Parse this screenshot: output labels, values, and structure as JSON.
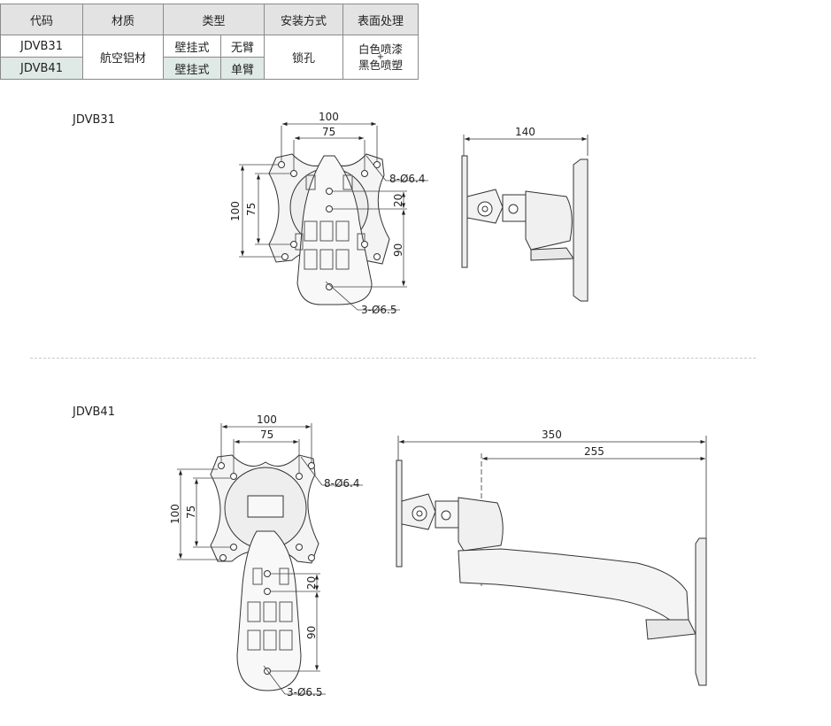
{
  "table": {
    "headers": {
      "code": "代码",
      "material": "材质",
      "type": "类型",
      "mount": "安装方式",
      "surface": "表面处理"
    },
    "rows": [
      {
        "code": "JDVB31",
        "type1": "壁挂式",
        "type2": "无臂"
      },
      {
        "code": "JDVB41",
        "type1": "壁挂式",
        "type2": "单臂"
      }
    ],
    "material": "航空铝材",
    "mount": "锁孔",
    "surface": {
      "line1": "白色喷漆",
      "plus": "+",
      "line2": "黑色喷塑"
    }
  },
  "drawing1": {
    "model": "JDVB31",
    "dims": {
      "w100": "100",
      "w75": "75",
      "h100": "100",
      "h75": "75",
      "d20": "20",
      "d90": "90",
      "holes8": "8-Ø6.4",
      "holes3": "3-Ø6.5",
      "depth": "140"
    }
  },
  "drawing2": {
    "model": "JDVB41",
    "dims": {
      "w100": "100",
      "w75": "75",
      "h100": "100",
      "h75": "75",
      "d20": "20",
      "d90": "90",
      "holes8": "8-Ø6.4",
      "holes3": "3-Ø6.5",
      "depth350": "350",
      "depth255": "255"
    }
  },
  "colors": {
    "header_bg": "#e3e3e3",
    "highlight_bg": "#dfe9e5",
    "line": "#333333"
  }
}
